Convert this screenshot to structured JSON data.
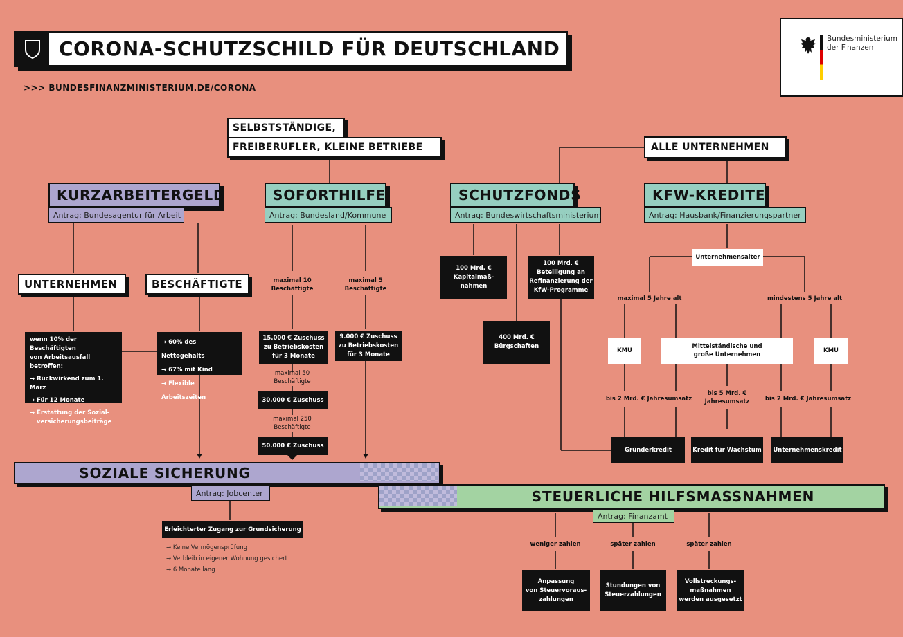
{
  "header": {
    "title": "CORONA-SCHUTZSCHILD FÜR DEUTSCHLAND",
    "url": ">>> BUNDESFINANZMINISTERIUM.DE/CORONA",
    "ministry_line1": "Bundesministerium",
    "ministry_line2": "der Finanzen"
  },
  "groups": {
    "selbststaendige_line1": "SELBSTSTÄNDIGE,",
    "selbststaendige_line2": "FREIBERUFLER, KLEINE BETRIEBE",
    "alle_unternehmen": "ALLE UNTERNEHMEN"
  },
  "kurzarbeit": {
    "title": "KURZARBEITERGELD",
    "antrag": "Antrag: Bundesagentur für Arbeit",
    "unternehmen": "UNTERNEHMEN",
    "beschaeftigte": "BESCHÄFTIGTE",
    "unternehmen_box": {
      "heading_line1": "wenn 10% der Beschäftigten",
      "heading_line2": "von Arbeitsausfall betroffen:",
      "b1": "→ Rückwirkend zum 1. März",
      "b2": "→ Für 12 Monate",
      "b3_line1": "→ Erstattung der Sozial-",
      "b3_line2": "versicherungsbeiträge"
    },
    "beschaeftigte_box": {
      "b1": "→ 60% des Nettogehalts",
      "b2": "→ 67% mit Kind",
      "b3": "→ Flexible Arbeitszeiten"
    }
  },
  "soforthilfe": {
    "title": "SOFORTHILFE",
    "antrag": "Antrag: Bundesland/Kommune",
    "max10_line1": "maximal 10",
    "max10_line2": "Beschäftigte",
    "max5_line1": "maximal 5",
    "max5_line2": "Beschäftigte",
    "box15_line1": "15.000 € Zuschuss",
    "box15_line2": "zu Betriebskosten",
    "box15_line3": "für 3 Monate",
    "box9_line1": "9.000 € Zuschuss",
    "box9_line2": "zu Betriebskosten",
    "box9_line3": "für 3 Monate",
    "max50_line1": "maximal 50",
    "max50_line2": "Beschäftigte",
    "box30": "30.000 € Zuschuss",
    "max250_line1": "maximal 250",
    "max250_line2": "Beschäftigte",
    "box50": "50.000 € Zuschuss"
  },
  "schutzfonds": {
    "title": "SCHUTZFONDS",
    "antrag": "Antrag: Bundeswirtschaftsministerium",
    "box100a_line1": "100 Mrd. €",
    "box100a_line2": "Kapitalmaß-",
    "box100a_line3": "nahmen",
    "box400_line1": "400 Mrd. €",
    "box400_line2": "Bürgschaften",
    "box100b_line1": "100 Mrd. €",
    "box100b_line2": "Beteiligung an",
    "box100b_line3": "Refinanzierung der",
    "box100b_line4": "KfW-Programme"
  },
  "kfw": {
    "title": "KFW-KREDITE",
    "antrag": "Antrag: Hausbank/Finanzierungspartner",
    "unternehmensalter": "Unternehmensalter",
    "max5jahre": "maximal 5 Jahre alt",
    "min5jahre": "mindestens 5 Jahre alt",
    "kmu_left": "KMU",
    "kmu_right": "KMU",
    "mittel_line1": "Mittelständische und",
    "mittel_line2": "große Unternehmen",
    "bis2_left": "bis 2 Mrd. € Jahresumsatz",
    "bis5_line1": "bis 5 Mrd. €",
    "bis5_line2": "Jahresumsatz",
    "bis2_right": "bis 2 Mrd. € Jahresumsatz",
    "gruenderkredit": "Gründerkredit",
    "wachstum": "Kredit für Wachstum",
    "unternehmenskredit": "Unternehmenskredit"
  },
  "soziale": {
    "title": "SOZIALE SICHERUNG",
    "antrag": "Antrag: Jobcenter",
    "box": "Erleichterter Zugang zur Grundsicherung",
    "b1": "→ Keine Vermögensprüfung",
    "b2": "→ Verbleib in eigener Wohnung gesichert",
    "b3": "→ 6 Monate lang"
  },
  "steuer": {
    "title": "STEUERLICHE HILFSMASSNAHMEN",
    "antrag": "Antrag: Finanzamt",
    "weniger": "weniger zahlen",
    "spaeter1": "später zahlen",
    "spaeter2": "später zahlen",
    "box1_line1": "Anpassung",
    "box1_line2": "von Steuervoraus-",
    "box1_line3": "zahlungen",
    "box2_line1": "Stundungen von",
    "box2_line2": "Steuerzahlungen",
    "box3_line1": "Vollstreckungs-",
    "box3_line2": "maßnahmen",
    "box3_line3": "werden ausgesetzt"
  }
}
